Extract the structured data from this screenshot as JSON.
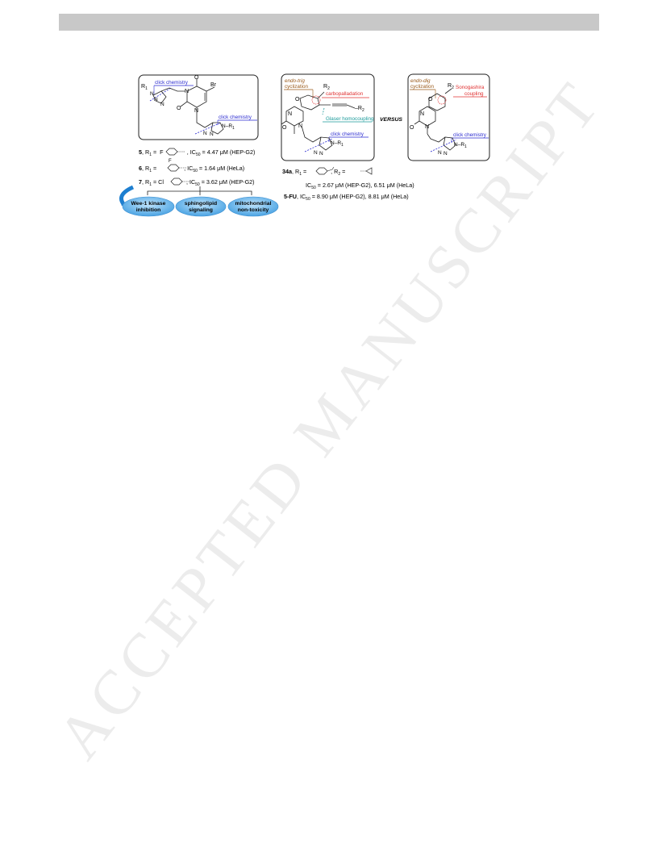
{
  "watermark": "ACCEPTED MANUSCRIPT",
  "colors": {
    "click": "#2a2ad0",
    "cyclization": "#9a5a1a",
    "red": "#e03030",
    "glaser": "#1a9a9a",
    "bubble": "#5aaee8",
    "arrow": "#1e7fd0"
  },
  "left": {
    "click_top": "click chemistry",
    "click_bottom": "click chemistry",
    "r1": "R",
    "r1_sub": "1",
    "n": "N",
    "o": "O",
    "br": "Br",
    "nn": "N",
    "n_eq": "N",
    "c5": {
      "num": "5",
      "mid": ", R",
      "sub": "1",
      "eq": " =",
      "sub_f": "F",
      "ic": ", IC",
      "ic_sub": "50",
      "val": " = 4.47 μM (HEP-G2)"
    },
    "c6": {
      "num": "6",
      "mid": ", R",
      "sub": "1",
      "eq": " =",
      "ic": ", IC",
      "ic_sub": "50",
      "val": " = 1.64 μM (HeLa)",
      "f": "F"
    },
    "c7": {
      "num": "7",
      "mid": ", R",
      "sub": "1",
      "eq": " = Cl",
      "ic": ", IC",
      "ic_sub": "50",
      "val": " = 3.62 μM (HEP-G2)"
    },
    "bubbles": [
      {
        "l1": "Wee-1 kinase",
        "l2": "inhibition"
      },
      {
        "l1": "sphingolipid",
        "l2": "signaling"
      },
      {
        "l1": "mitochondrial",
        "l2": "non-toxicity"
      }
    ]
  },
  "middle": {
    "endo_trig_1": "endo-trig",
    "endo_trig_2": "cyclization",
    "r2": "R",
    "r2_sub": "2",
    "carbo": "carbopalladation",
    "glaser": "Glaser homocoupling",
    "click": "click chemistry",
    "n": "N",
    "o": "O",
    "r1": "R",
    "r1_sub": "1",
    "nn": "N",
    "versus": "VERSUS"
  },
  "right": {
    "endo_dig_1": "endo-dig",
    "endo_dig_2": "cyclization",
    "r2": "R",
    "r2_sub": "2",
    "sono_1": "Sonogashira",
    "sono_2": "coupling",
    "click": "click chemistry",
    "n": "N",
    "o": "O",
    "r1": "R",
    "r1_sub": "1",
    "nn": "N"
  },
  "compound34a": {
    "num": "34a",
    "mid": ", R",
    "sub1": "1",
    "eq1": " =",
    "r2": ", R",
    "sub2": "2",
    "eq2": " =",
    "ic": "IC",
    "ic_sub": "50",
    "val": " = 2.67 μM (HEP-G2), 6.51 μM (HeLa)"
  },
  "fu": {
    "num": "5-FU",
    "ic": ", IC",
    "ic_sub": "50",
    "val": " = 8.90 μM (HEP-G2), 8.81 μM (HeLa)"
  }
}
